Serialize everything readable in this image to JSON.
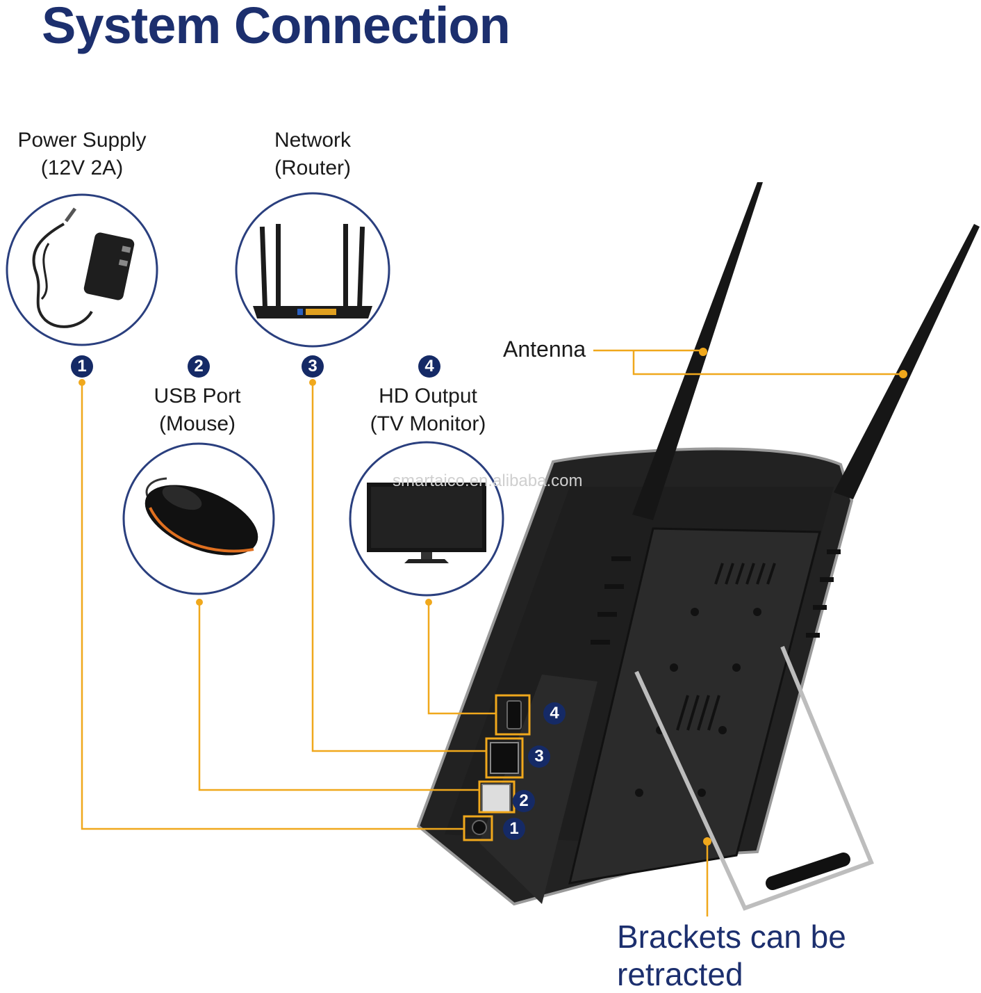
{
  "title": "System Connection",
  "components": [
    {
      "num": "1",
      "line1": "Power Supply",
      "line2": "(12V 2A)",
      "icon": "power-adapter-icon"
    },
    {
      "num": "2",
      "line1": "USB Port",
      "line2": "(Mouse)",
      "icon": "mouse-icon"
    },
    {
      "num": "3",
      "line1": "Network",
      "line2": "(Router)",
      "icon": "router-icon"
    },
    {
      "num": "4",
      "line1": "HD Output",
      "line2": "(TV Monitor)",
      "icon": "tv-monitor-icon"
    }
  ],
  "port_numbers": [
    "4",
    "3",
    "2",
    "1"
  ],
  "antenna_label": "Antenna",
  "bracket_caption": "Brackets can be retracted",
  "watermark": "smartaico.en.alibaba.com",
  "colors": {
    "title": "#1c2f6e",
    "line": "#f0a81c",
    "circle": "#2a3f7e",
    "device": "#1b1b1b"
  }
}
